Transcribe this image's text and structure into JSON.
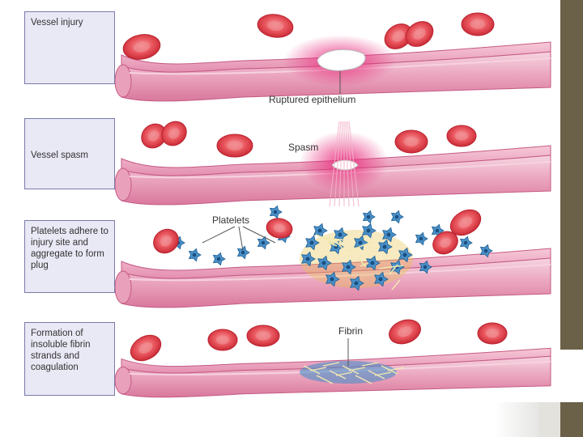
{
  "panels": [
    {
      "label": "Vessel injury",
      "callout": "Ruptured epithelium"
    },
    {
      "label": "Vessel spasm",
      "callout": "Spasm"
    },
    {
      "label": "Platelets adhere to injury site and aggregate to form plug",
      "callout": "Platelets"
    },
    {
      "label": "Formation of insoluble fibrin strands and coagulation",
      "callout": "Fibrin"
    }
  ],
  "colors": {
    "vessel": "#e07fa3",
    "wall": "#f3b8cc",
    "rbc": "#e3464f",
    "platelet": "#4a90c8",
    "fibrin": "#f1e8b0",
    "sidebar": "#6b6149"
  }
}
